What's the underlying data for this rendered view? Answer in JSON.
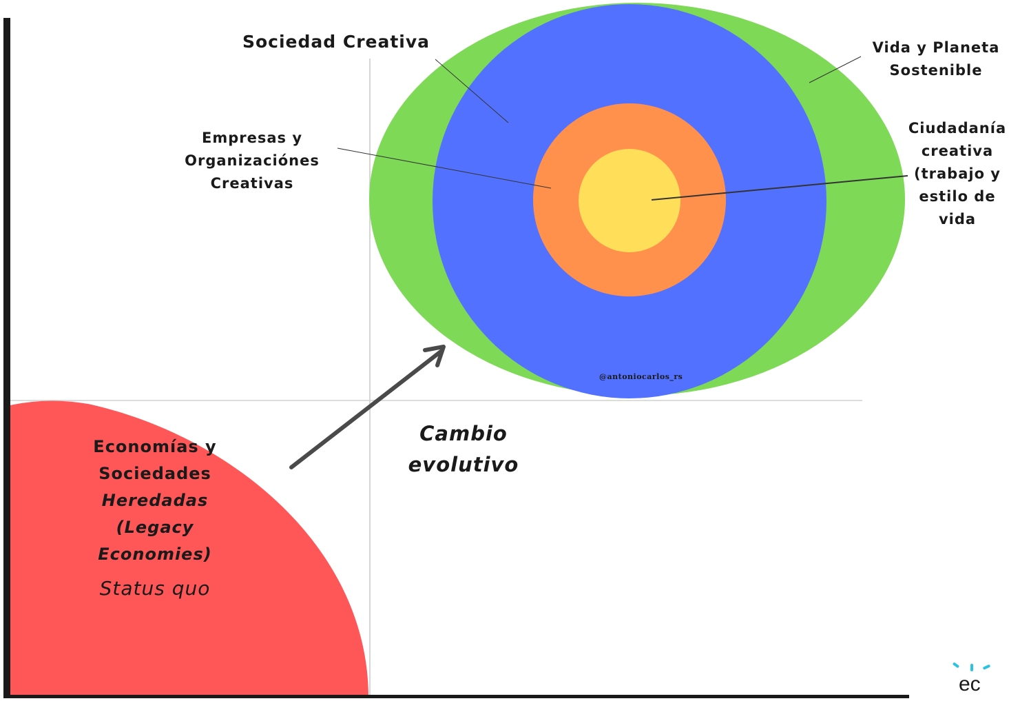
{
  "labels": {
    "sociedad_creativa": "Sociedad Creativa",
    "vida_planeta": [
      "Vida y Planeta",
      "Sostenible"
    ],
    "empresas": [
      "Empresas y",
      "Organizaciónes",
      "Creativas"
    ],
    "ciudadania": [
      "Ciudadanía",
      "creativa",
      "(trabajo y",
      "estilo de",
      "vida"
    ],
    "cambio": [
      "Cambio",
      "evolutivo"
    ],
    "legacy": {
      "line1": "Economías y",
      "line2": "Sociedades",
      "line3": "Heredadas",
      "line4": "(Legacy",
      "line5": "Economies)",
      "status": "Status quo"
    },
    "watermark": "@antoniocarlos_rs",
    "logo_text": "ec"
  },
  "colors": {
    "green": "#7ed957",
    "blue": "#5271ff",
    "orange": "#ff914d",
    "yellow": "#ffde59",
    "red": "#ff5757",
    "axis": "#1a1a1a",
    "arrow": "#4a4a4a",
    "logo_accent": "#2bc4e0"
  }
}
